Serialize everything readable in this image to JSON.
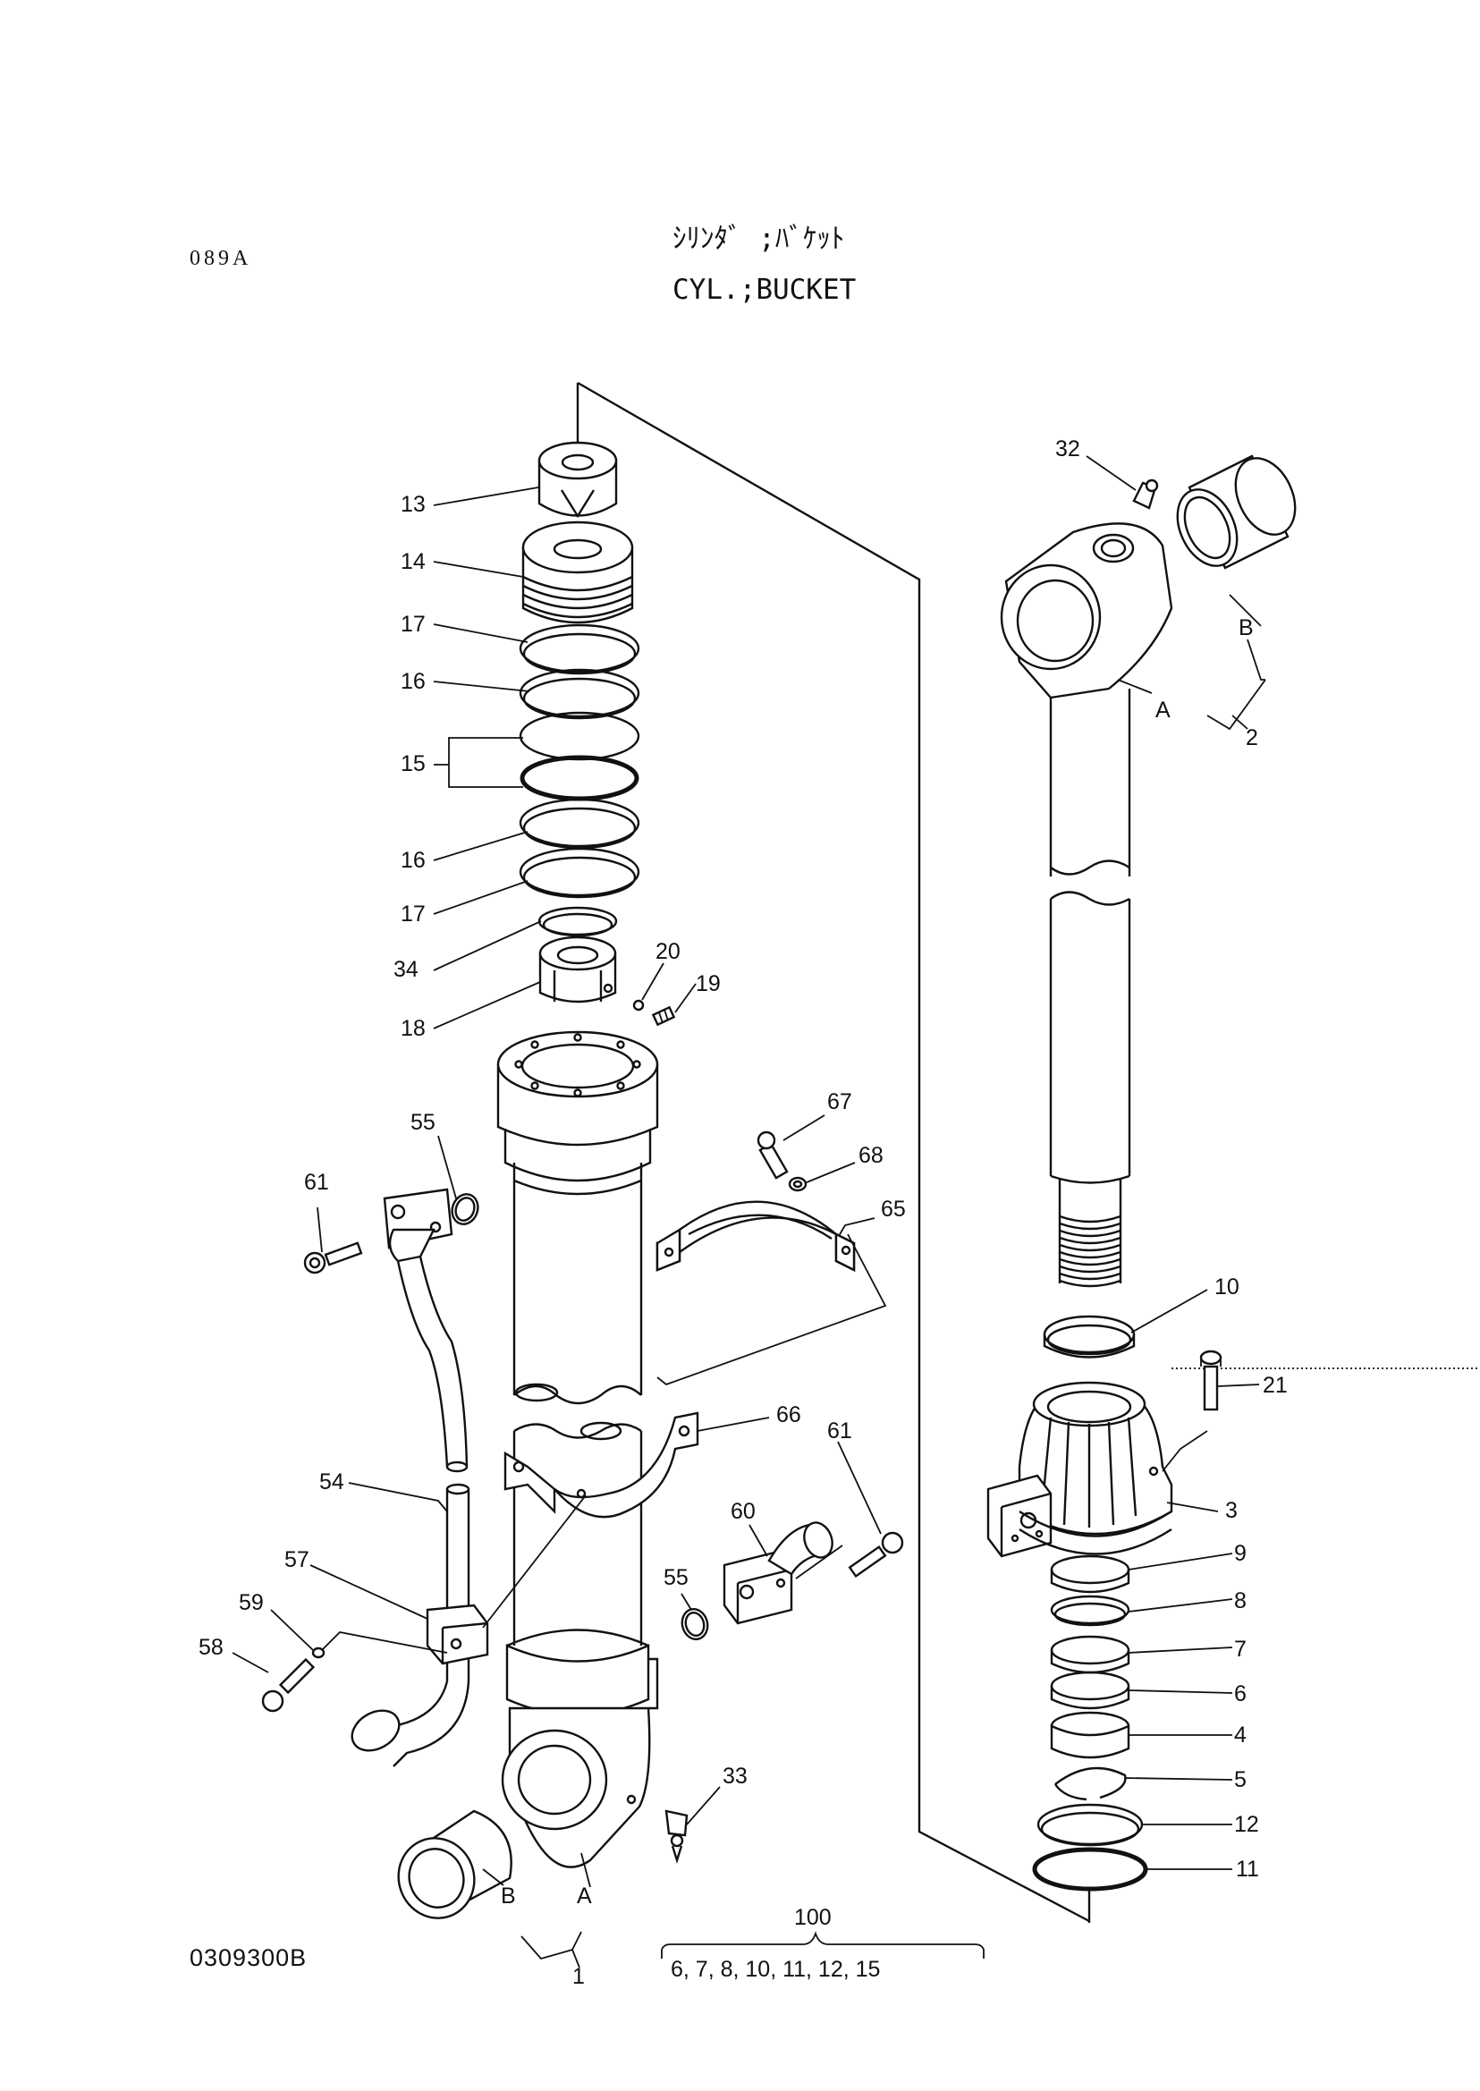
{
  "header": {
    "page_code": "089A",
    "title_jp": "ｼﾘﾝﾀﾞ ;ﾊﾞｹｯﾄ",
    "title_en": "CYL.;BUCKET"
  },
  "footer": {
    "drawing_number": "0309300B",
    "kit_number": "100",
    "kit_contents": "6, 7, 8, 10, 11, 12, 15"
  },
  "callouts": {
    "c13": "13",
    "c14": "14",
    "c17a": "17",
    "c16a": "16",
    "c15": "15",
    "c16b": "16",
    "c17b": "17",
    "c34": "34",
    "c18": "18",
    "c20": "20",
    "c19": "19",
    "c55a": "55",
    "c61a": "61",
    "c67": "67",
    "c68": "68",
    "c65": "65",
    "c66": "66",
    "c54": "54",
    "c57": "57",
    "c59": "59",
    "c58": "58",
    "c60": "60",
    "c61b": "61",
    "c55b": "55",
    "c33": "33",
    "cB1": "B",
    "cA1": "A",
    "c1": "1",
    "c32": "32",
    "cB2": "B",
    "cA2": "A",
    "c2": "2",
    "c10": "10",
    "c21": "21",
    "c3": "3",
    "c9": "9",
    "c8": "8",
    "c7": "7",
    "c6": "6",
    "c4": "4",
    "c5": "5",
    "c12": "12",
    "c11": "11"
  }
}
